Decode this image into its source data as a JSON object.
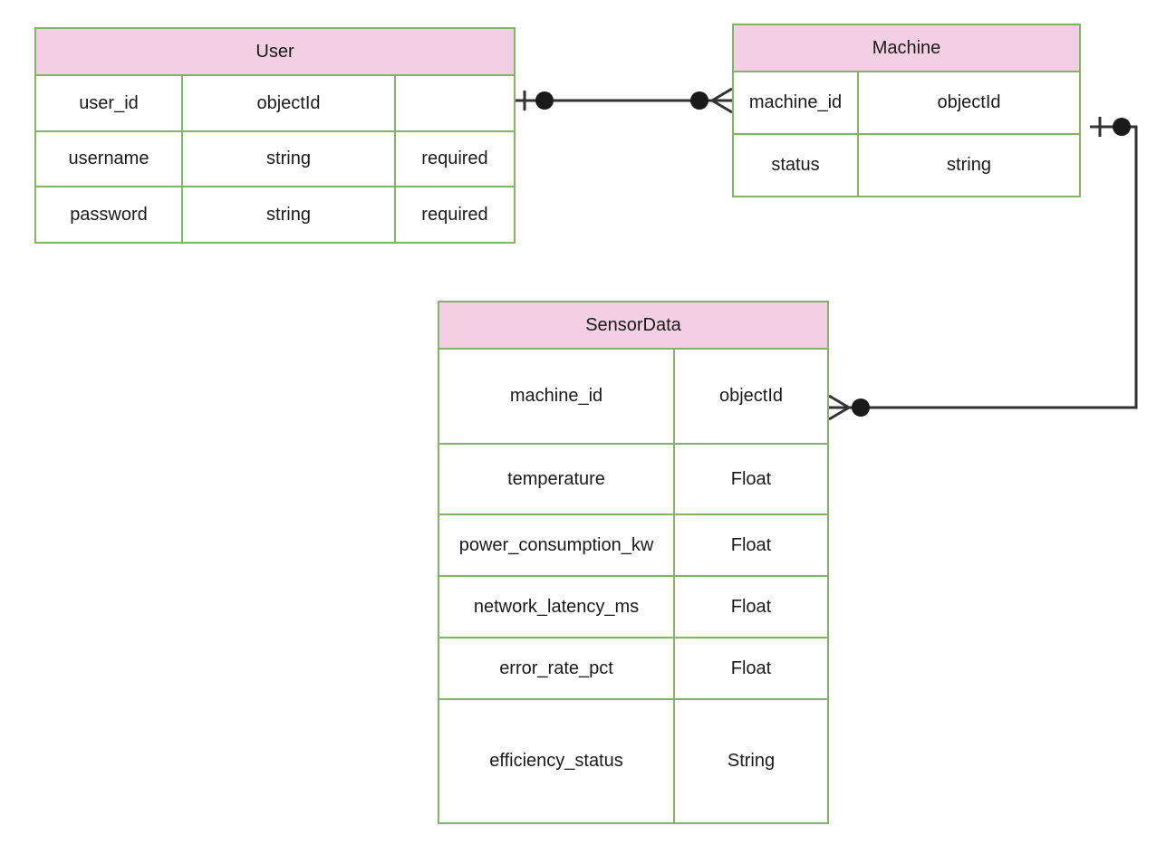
{
  "entities": {
    "user": {
      "title": "User",
      "rows": [
        [
          "user_id",
          "objectId",
          ""
        ],
        [
          "username",
          "string",
          "required"
        ],
        [
          "password",
          "string",
          "required"
        ]
      ]
    },
    "machine": {
      "title": "Machine",
      "rows": [
        [
          "machine_id",
          "objectId"
        ],
        [
          "status",
          "string"
        ]
      ]
    },
    "sensor": {
      "title": "SensorData",
      "rows": [
        [
          "machine_id",
          "objectId"
        ],
        [
          "temperature",
          "Float"
        ],
        [
          "power_consumption_kw",
          "Float"
        ],
        [
          "network_latency_ms",
          "Float"
        ],
        [
          "error_rate_pct",
          "Float"
        ],
        [
          "efficiency_status",
          "String"
        ]
      ]
    }
  },
  "relationships": [
    {
      "from": "User",
      "to": "Machine",
      "from_end": "zero-or-one",
      "to_end": "zero-or-many"
    },
    {
      "from": "Machine",
      "to": "SensorData",
      "from_end": "zero-or-one",
      "to_end": "zero-or-many"
    }
  ],
  "colors": {
    "header_fill": "#f2cfe3",
    "border": "#82b366",
    "connector": "#333333"
  }
}
